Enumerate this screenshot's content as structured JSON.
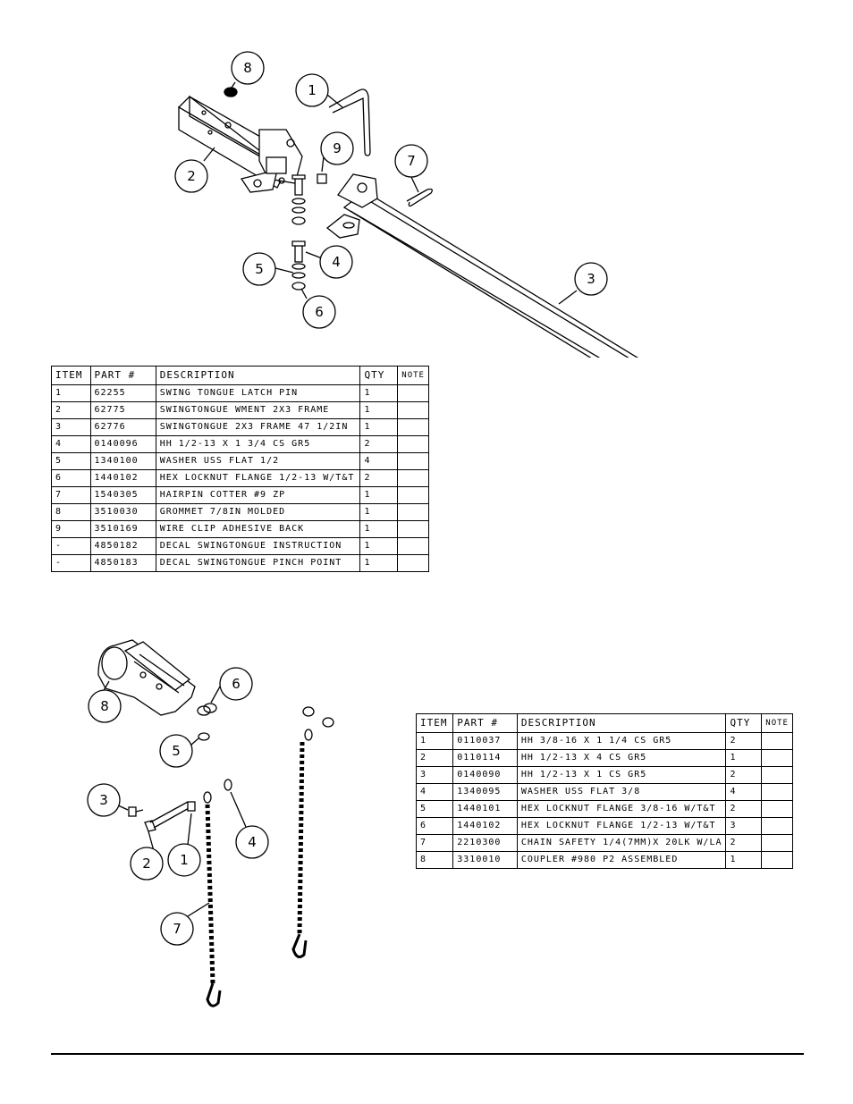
{
  "tables": {
    "top": {
      "headers": [
        "ITEM",
        "PART #",
        "DESCRIPTION",
        "QTY",
        "NOTE"
      ],
      "rows": [
        {
          "item": "1",
          "part": "62255",
          "desc": "SWING TONGUE LATCH PIN",
          "qty": "1",
          "note": ""
        },
        {
          "item": "2",
          "part": "62775",
          "desc": "SWINGTONGUE WMENT 2X3 FRAME",
          "qty": "1",
          "note": ""
        },
        {
          "item": "3",
          "part": "62776",
          "desc": "SWINGTONGUE 2X3 FRAME 47 1/2IN",
          "qty": "1",
          "note": ""
        },
        {
          "item": "4",
          "part": "0140096",
          "desc": "HH 1/2-13 X 1 3/4 CS GR5",
          "qty": "2",
          "note": ""
        },
        {
          "item": "5",
          "part": "1340100",
          "desc": "WASHER USS FLAT 1/2",
          "qty": "4",
          "note": ""
        },
        {
          "item": "6",
          "part": "1440102",
          "desc": "HEX LOCKNUT FLANGE 1/2-13 W/T&T",
          "qty": "2",
          "note": ""
        },
        {
          "item": "7",
          "part": "1540305",
          "desc": "HAIRPIN COTTER #9 ZP",
          "qty": "1",
          "note": ""
        },
        {
          "item": "8",
          "part": "3510030",
          "desc": "GROMMET  7/8IN MOLDED",
          "qty": "1",
          "note": ""
        },
        {
          "item": "9",
          "part": "3510169",
          "desc": "WIRE CLIP  ADHESIVE BACK",
          "qty": "1",
          "note": ""
        },
        {
          "item": "-",
          "part": "4850182",
          "desc": "DECAL SWINGTONGUE INSTRUCTION",
          "qty": "1",
          "note": ""
        },
        {
          "item": "-",
          "part": "4850183",
          "desc": "DECAL SWINGTONGUE PINCH POINT",
          "qty": "1",
          "note": ""
        }
      ]
    },
    "bottom": {
      "headers": [
        "ITEM",
        "PART #",
        "DESCRIPTION",
        "QTY",
        "NOTE"
      ],
      "rows": [
        {
          "item": "1",
          "part": "0110037",
          "desc": "HH 3/8-16 X 1 1/4 CS GR5",
          "qty": "2",
          "note": ""
        },
        {
          "item": "2",
          "part": "0110114",
          "desc": "HH 1/2-13 X 4 CS GR5",
          "qty": "1",
          "note": ""
        },
        {
          "item": "3",
          "part": "0140090",
          "desc": "HH 1/2-13 X 1 CS GR5",
          "qty": "2",
          "note": ""
        },
        {
          "item": "4",
          "part": "1340095",
          "desc": "WASHER USS FLAT 3/8",
          "qty": "4",
          "note": ""
        },
        {
          "item": "5",
          "part": "1440101",
          "desc": "HEX LOCKNUT FLANGE 3/8-16 W/T&T",
          "qty": "2",
          "note": ""
        },
        {
          "item": "6",
          "part": "1440102",
          "desc": "HEX LOCKNUT FLANGE 1/2-13 W/T&T",
          "qty": "3",
          "note": ""
        },
        {
          "item": "7",
          "part": "2210300",
          "desc": "CHAIN SAFETY 1/4(7MM)X 20LK W/LA",
          "qty": "2",
          "note": ""
        },
        {
          "item": "8",
          "part": "3310010",
          "desc": "COUPLER #980 P2 ASSEMBLED",
          "qty": "1",
          "note": ""
        }
      ]
    }
  },
  "callouts": {
    "top": [
      "8",
      "1",
      "2",
      "9",
      "7",
      "4",
      "5",
      "6",
      "3"
    ],
    "bottom": [
      "6",
      "8",
      "5",
      "3",
      "2",
      "1",
      "4",
      "7"
    ]
  }
}
